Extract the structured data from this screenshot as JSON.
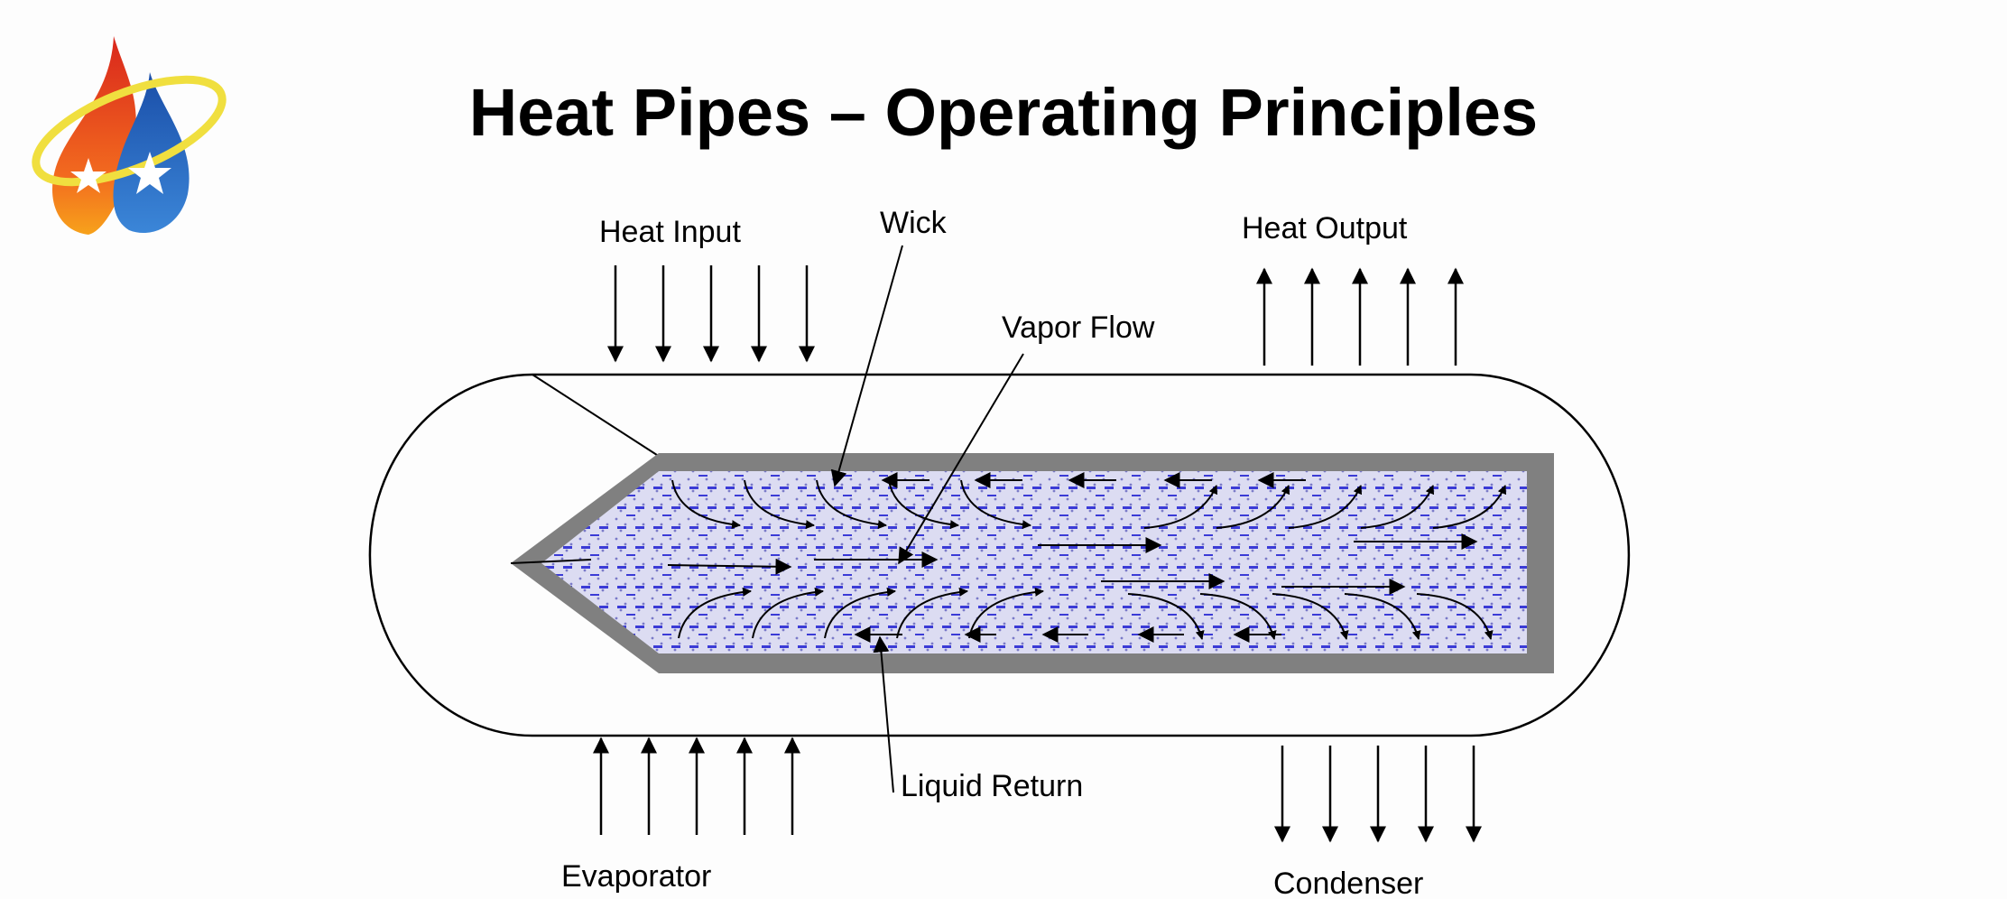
{
  "title": "Heat Pipes – Operating Principles",
  "labels": {
    "heat_input": "Heat Input",
    "wick": "Wick",
    "vapor_flow": "Vapor Flow",
    "heat_output": "Heat Output",
    "liquid_return": "Liquid Return",
    "evaporator": "Evaporator",
    "condenser": "Condenser"
  },
  "colors": {
    "wall": "#808080",
    "wick_fill": "#d6d6f0",
    "wick_dash": "#3b3bd6",
    "logo_red": "#e8391c",
    "logo_blue": "#1f5fb4",
    "logo_ring": "#f2e34c"
  },
  "icons": [
    "flame-drop-logo-icon"
  ]
}
